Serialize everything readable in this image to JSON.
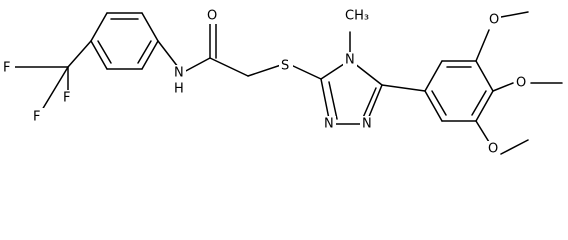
{
  "structure": {
    "atoms": {
      "f1": "F",
      "f2": "F",
      "f3": "F",
      "nh": "N",
      "h_on_n": "H",
      "carbonyl_o": "O",
      "s": "S",
      "ring_n_methyl": "N",
      "methyl": "CH₃",
      "ring_n_left": "N",
      "ring_n_right": "N",
      "o_top": "O",
      "o_mid": "O",
      "o_bot": "O"
    }
  },
  "colors": {
    "ink": "#000000",
    "background": "#ffffff"
  }
}
